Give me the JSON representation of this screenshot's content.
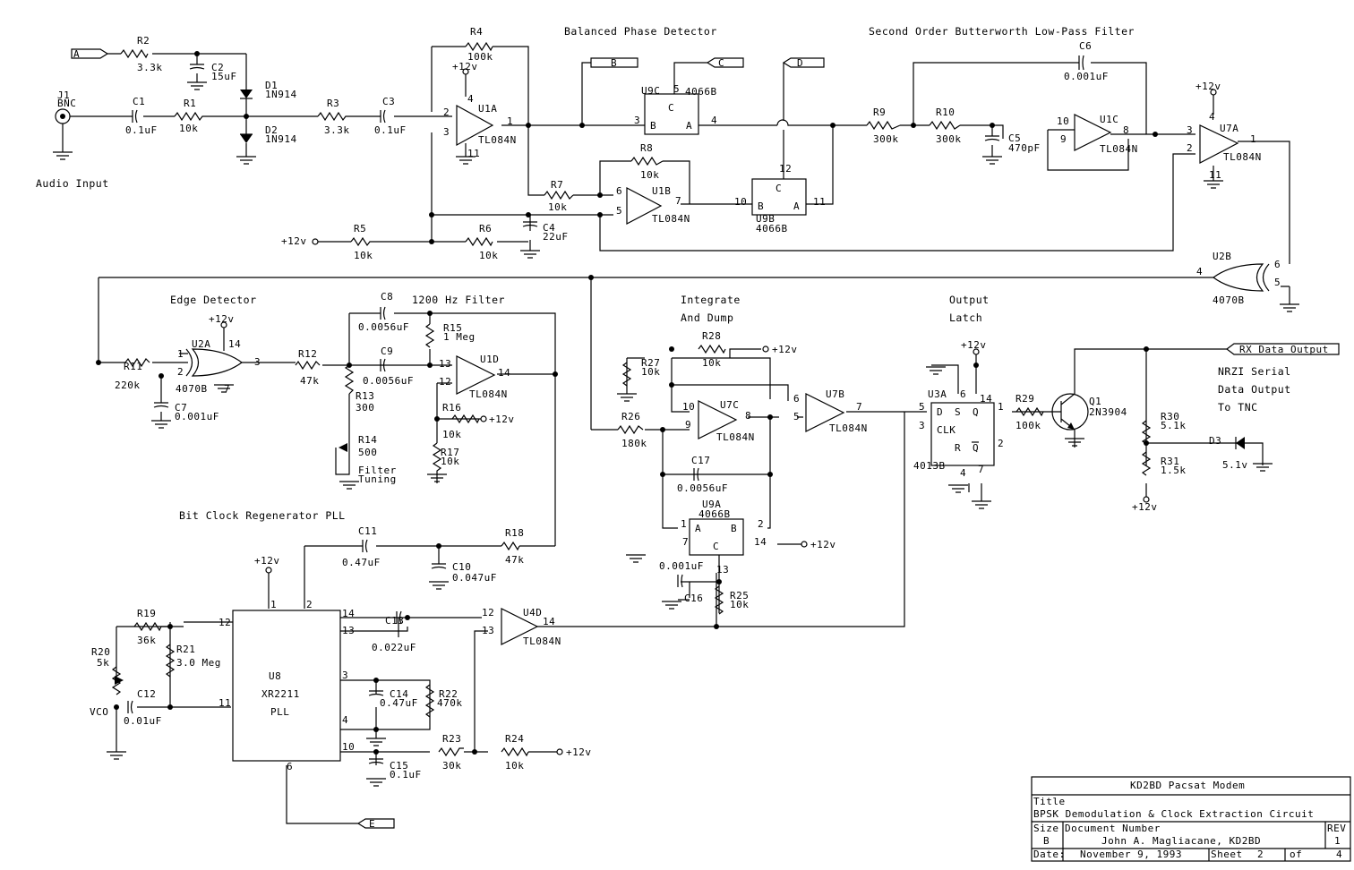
{
  "headings": {
    "balanced_phase_detector": "Balanced Phase Detector",
    "butterworth": "Second Order Butterworth Low-Pass Filter",
    "edge_detector": "Edge Detector",
    "hz_filter": "1200 Hz Filter",
    "integrate1": "Integrate",
    "integrate2": "And Dump",
    "output1": "Output",
    "output2": "Latch",
    "bit_clock": "Bit Clock Regenerator PLL",
    "audio_input": "Audio Input",
    "nrzi1": "NRZI Serial",
    "nrzi2": "Data Output",
    "nrzi3": "To TNC",
    "filter_tuning1": "Filter",
    "filter_tuning2": "Tuning",
    "vco": "VCO"
  },
  "ports": {
    "A": "A",
    "B": "B",
    "C": "C",
    "D": "D",
    "E": "E",
    "rx": "RX Data Output"
  },
  "supply": "+12v",
  "connector": {
    "ref": "J1",
    "type": "BNC"
  },
  "resistors": {
    "R1": [
      "R1",
      "10k"
    ],
    "R2": [
      "R2",
      "3.3k"
    ],
    "R3": [
      "R3",
      "3.3k"
    ],
    "R4": [
      "R4",
      "100k"
    ],
    "R5": [
      "R5",
      "10k"
    ],
    "R6": [
      "R6",
      "10k"
    ],
    "R7": [
      "R7",
      "10k"
    ],
    "R8": [
      "R8",
      "10k"
    ],
    "R9": [
      "R9",
      "300k"
    ],
    "R10": [
      "R10",
      "300k"
    ],
    "R11": [
      "R11",
      "220k"
    ],
    "R12": [
      "R12",
      "47k"
    ],
    "R13": [
      "R13",
      "300"
    ],
    "R14": [
      "R14",
      "500"
    ],
    "R15": [
      "R15",
      "1 Meg"
    ],
    "R16": [
      "R16",
      "10k"
    ],
    "R17": [
      "R17",
      "10k"
    ],
    "R18": [
      "R18",
      "47k"
    ],
    "R19": [
      "R19",
      "36k"
    ],
    "R20": [
      "R20",
      "5k"
    ],
    "R21": [
      "R21",
      "3.0 Meg"
    ],
    "R22": [
      "R22",
      "470k"
    ],
    "R23": [
      "R23",
      "30k"
    ],
    "R24": [
      "R24",
      "10k"
    ],
    "R25": [
      "R25",
      "10k"
    ],
    "R26": [
      "R26",
      "180k"
    ],
    "R27": [
      "R27",
      "10k"
    ],
    "R28": [
      "R28",
      "10k"
    ],
    "R29": [
      "R29",
      "100k"
    ],
    "R30": [
      "R30",
      "5.1k"
    ],
    "R31": [
      "R31",
      "1.5k"
    ]
  },
  "capacitors": {
    "C1": [
      "C1",
      "0.1uF"
    ],
    "C2": [
      "C2",
      "15uF"
    ],
    "C3": [
      "C3",
      "0.1uF"
    ],
    "C4": [
      "C4",
      "22uF"
    ],
    "C5": [
      "C5",
      "470pF"
    ],
    "C6": [
      "C6",
      "0.001uF"
    ],
    "C7": [
      "C7",
      "0.001uF"
    ],
    "C8": [
      "C8",
      "0.0056uF"
    ],
    "C9": [
      "C9",
      "0.0056uF"
    ],
    "C10": [
      "C10",
      "0.047uF"
    ],
    "C11": [
      "C11",
      "0.47uF"
    ],
    "C12": [
      "C12",
      "0.01uF"
    ],
    "C13": [
      "C13",
      "0.022uF"
    ],
    "C14": [
      "C14",
      "0.47uF"
    ],
    "C15": [
      "C15",
      "0.1uF"
    ],
    "C16": [
      "C16",
      "0.001uF"
    ],
    "C17": [
      "C17",
      "0.0056uF"
    ]
  },
  "semis": {
    "D1": [
      "D1",
      "1N914"
    ],
    "D2": [
      "D2",
      "1N914"
    ],
    "D3": [
      "D3",
      "5.1v"
    ],
    "Q1": [
      "Q1",
      "2N3904"
    ]
  },
  "ics": {
    "U1A": [
      "U1A",
      "TL084N"
    ],
    "U1B": [
      "U1B",
      "TL084N"
    ],
    "U1C": [
      "U1C",
      "TL084N"
    ],
    "U1D": [
      "U1D",
      "TL084N"
    ],
    "U7A": [
      "U7A",
      "TL084N"
    ],
    "U7B": [
      "U7B",
      "TL084N"
    ],
    "U7C": [
      "U7C",
      "TL084N"
    ],
    "U4D": [
      "U4D",
      "TL084N"
    ],
    "U9C": [
      "U9C",
      "4066B"
    ],
    "U9B": [
      "U9B",
      "4066B"
    ],
    "U9A": [
      "U9A",
      "4066B"
    ],
    "U2A": [
      "U2A",
      "4070B"
    ],
    "U2B": [
      "U2B",
      "4070B"
    ],
    "U3A": [
      "U3A",
      "4013B"
    ],
    "U8": [
      "U8",
      "XR2211",
      "PLL"
    ]
  },
  "title_block": {
    "company": "KD2BD Pacsat Modem",
    "title_label": "Title",
    "title": "BPSK Demodulation & Clock Extraction Circuit",
    "size_label": "Size",
    "size": "B",
    "docnum_label": "Document Number",
    "author": "John A. Magliacane, KD2BD",
    "rev_label": "REV",
    "rev": "1",
    "date_label": "Date:",
    "date": "November  9, 1993",
    "sheet_label": "Sheet",
    "sheet": "2",
    "of_label": "of",
    "of": "4"
  }
}
